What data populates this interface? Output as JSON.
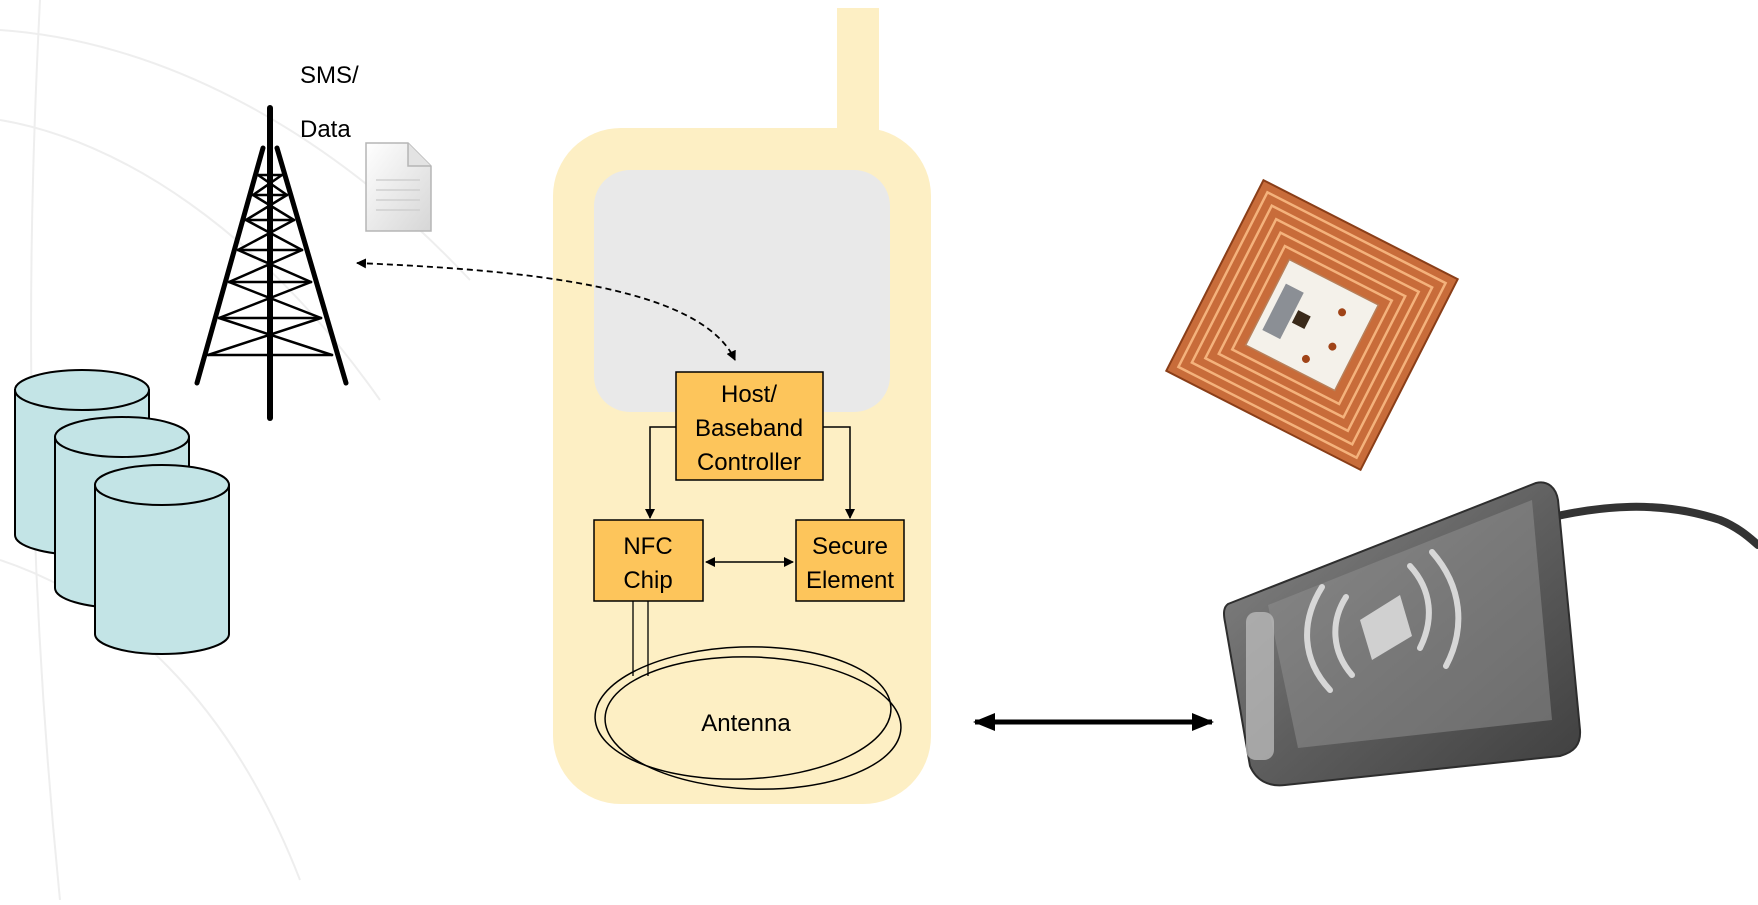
{
  "network": {
    "label_line1": "SMS/",
    "label_line2": "Data",
    "tower_icon": "cell-tower-icon",
    "document_icon": "document-icon",
    "database_icon": "database-stack-icon"
  },
  "phone": {
    "host_line1": "Host/",
    "host_line2": "Baseband",
    "host_line3": "Controller",
    "nfc_line1": "NFC",
    "nfc_line2": "Chip",
    "secure_line1": "Secure",
    "secure_line2": "Element",
    "antenna": "Antenna"
  },
  "devices": {
    "tag_icon": "rfid-tag-icon",
    "reader_icon": "nfc-reader-icon"
  },
  "colors": {
    "phone_body": "#fdefc4",
    "screen": "#e9e9e9",
    "box_fill": "#fdc55b",
    "cylinder": "#c3e4e6",
    "copper": "#b85a2a",
    "reader_body": "#6b6b6b"
  }
}
